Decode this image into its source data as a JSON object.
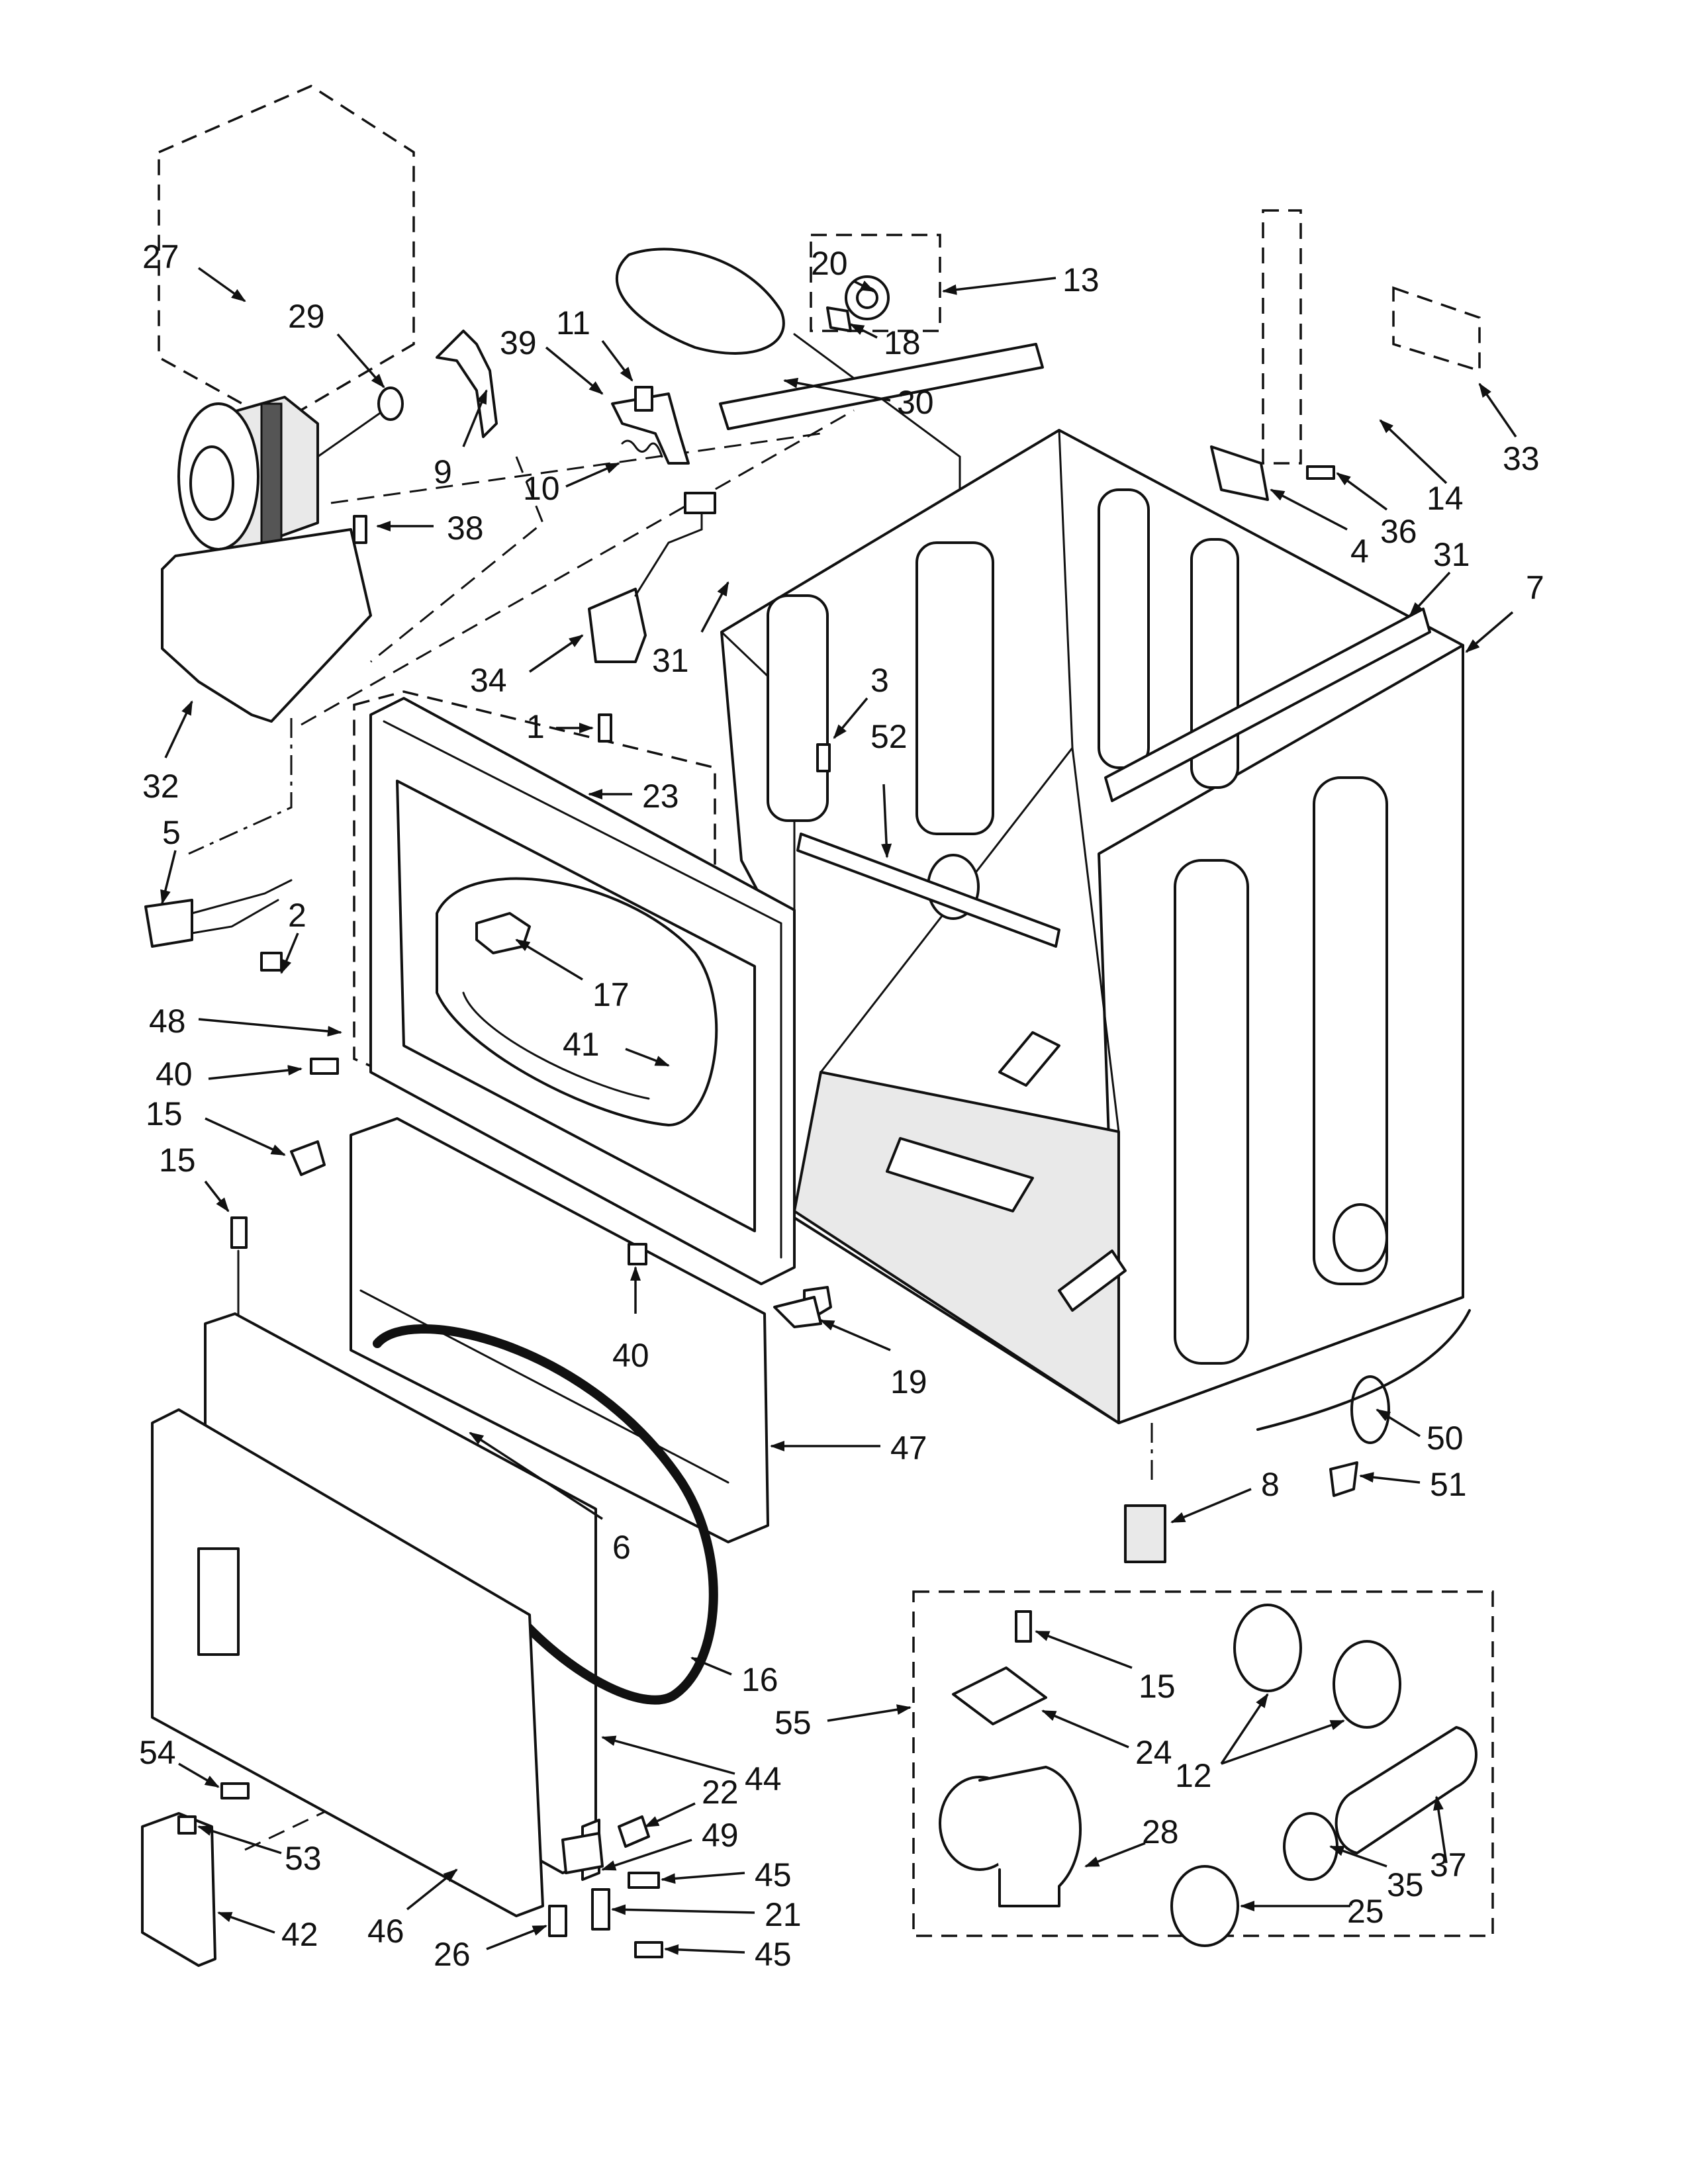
{
  "callouts": [
    {
      "id": "27",
      "label": "27"
    },
    {
      "id": "29",
      "label": "29"
    },
    {
      "id": "9",
      "label": "9"
    },
    {
      "id": "38",
      "label": "38"
    },
    {
      "id": "32",
      "label": "32"
    },
    {
      "id": "5",
      "label": "5"
    },
    {
      "id": "2",
      "label": "2"
    },
    {
      "id": "48",
      "label": "48"
    },
    {
      "id": "40a",
      "label": "40"
    },
    {
      "id": "15a",
      "label": "15"
    },
    {
      "id": "15b",
      "label": "15"
    },
    {
      "id": "11",
      "label": "11"
    },
    {
      "id": "39",
      "label": "39"
    },
    {
      "id": "10",
      "label": "10"
    },
    {
      "id": "30",
      "label": "30"
    },
    {
      "id": "20",
      "label": "20"
    },
    {
      "id": "18",
      "label": "18"
    },
    {
      "id": "13",
      "label": "13"
    },
    {
      "id": "34",
      "label": "34"
    },
    {
      "id": "1",
      "label": "1"
    },
    {
      "id": "31a",
      "label": "31"
    },
    {
      "id": "23",
      "label": "23"
    },
    {
      "id": "17",
      "label": "17"
    },
    {
      "id": "41",
      "label": "41"
    },
    {
      "id": "40b",
      "label": "40"
    },
    {
      "id": "3",
      "label": "3"
    },
    {
      "id": "52",
      "label": "52"
    },
    {
      "id": "14",
      "label": "14"
    },
    {
      "id": "33",
      "label": "33"
    },
    {
      "id": "36",
      "label": "36"
    },
    {
      "id": "4",
      "label": "4"
    },
    {
      "id": "31b",
      "label": "31"
    },
    {
      "id": "7",
      "label": "7"
    },
    {
      "id": "19",
      "label": "19"
    },
    {
      "id": "47",
      "label": "47"
    },
    {
      "id": "6",
      "label": "6"
    },
    {
      "id": "16",
      "label": "16"
    },
    {
      "id": "44",
      "label": "44"
    },
    {
      "id": "22",
      "label": "22"
    },
    {
      "id": "49",
      "label": "49"
    },
    {
      "id": "45a",
      "label": "45"
    },
    {
      "id": "21",
      "label": "21"
    },
    {
      "id": "45b",
      "label": "45"
    },
    {
      "id": "26",
      "label": "26"
    },
    {
      "id": "46",
      "label": "46"
    },
    {
      "id": "54",
      "label": "54"
    },
    {
      "id": "53",
      "label": "53"
    },
    {
      "id": "42",
      "label": "42"
    },
    {
      "id": "8",
      "label": "8"
    },
    {
      "id": "50",
      "label": "50"
    },
    {
      "id": "51",
      "label": "51"
    },
    {
      "id": "55",
      "label": "55"
    },
    {
      "id": "15c",
      "label": "15"
    },
    {
      "id": "24",
      "label": "24"
    },
    {
      "id": "12",
      "label": "12"
    },
    {
      "id": "28",
      "label": "28"
    },
    {
      "id": "25",
      "label": "25"
    },
    {
      "id": "35",
      "label": "35"
    },
    {
      "id": "37",
      "label": "37"
    }
  ]
}
